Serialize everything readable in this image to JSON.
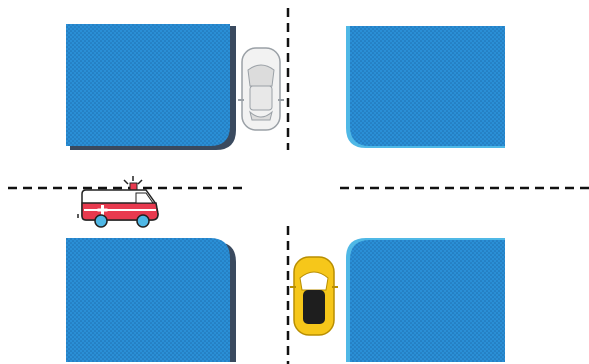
{
  "scene": {
    "type": "road-intersection",
    "background_color": "#ffffff",
    "road_marking_color": "#111111",
    "block_color": "#2a8fd6",
    "block_texture_color": "#1f6fb0",
    "block_shadow_color": "#3a4a5f"
  },
  "vehicles": [
    {
      "name": "ambulance",
      "icon": "ambulance-icon",
      "heading": "east",
      "lane": "west-road",
      "body_color": "#e83a4f",
      "roof_color": "#ffffff",
      "stripe_color": "#ffffff",
      "wheel_color": "#4fb8e6",
      "light_color": "#e83a4f"
    },
    {
      "name": "white-car",
      "icon": "car-icon",
      "heading": "north",
      "lane": "north-road",
      "body_color": "#f2f2f2"
    },
    {
      "name": "yellow-car",
      "icon": "car-icon",
      "heading": "north",
      "lane": "south-road",
      "body_color": "#f6c71a",
      "roof_color": "#1e1e1e"
    }
  ]
}
